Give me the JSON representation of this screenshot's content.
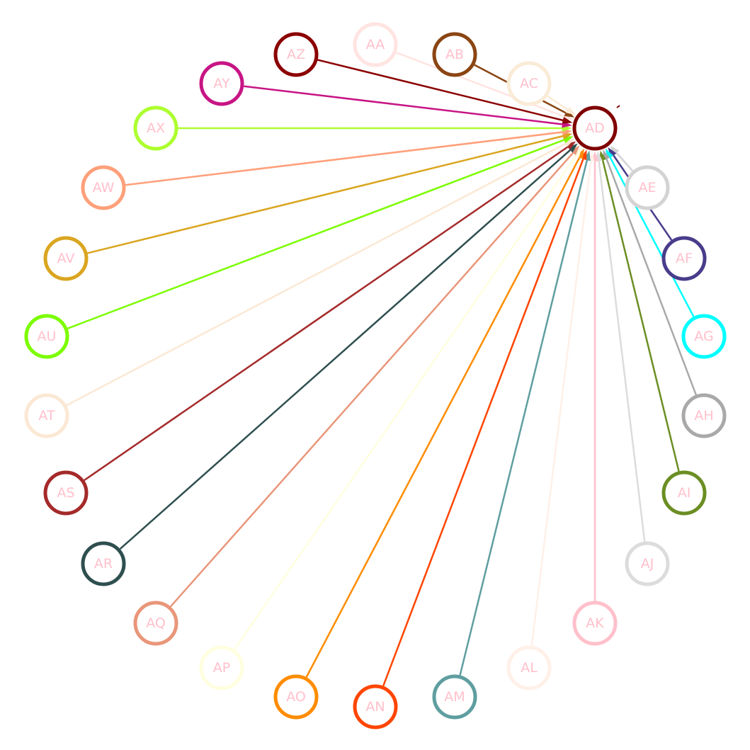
{
  "diagram": {
    "type": "directed-star-graph",
    "hub": "AD",
    "hub_color": "#800000",
    "label_color": "#ffc0cb",
    "nodes": [
      {
        "id": "AA",
        "color": "#ffe4e1"
      },
      {
        "id": "AB",
        "color": "#8b4513"
      },
      {
        "id": "AC",
        "color": "#faebd7"
      },
      {
        "id": "AD",
        "color": "#800000"
      },
      {
        "id": "AE",
        "color": "#d3d3d3"
      },
      {
        "id": "AF",
        "color": "#483d8b"
      },
      {
        "id": "AG",
        "color": "#00ffff"
      },
      {
        "id": "AH",
        "color": "#a9a9a9"
      },
      {
        "id": "AI",
        "color": "#6b8e23"
      },
      {
        "id": "AJ",
        "color": "#dcdcdc"
      },
      {
        "id": "AK",
        "color": "#ffc0cb"
      },
      {
        "id": "AL",
        "color": "#fff0e8"
      },
      {
        "id": "AM",
        "color": "#5f9ea0"
      },
      {
        "id": "AN",
        "color": "#ff4500"
      },
      {
        "id": "AO",
        "color": "#ff8c00"
      },
      {
        "id": "AP",
        "color": "#ffffe0"
      },
      {
        "id": "AQ",
        "color": "#e9967a"
      },
      {
        "id": "AR",
        "color": "#2f4f4f"
      },
      {
        "id": "AS",
        "color": "#a52a2a"
      },
      {
        "id": "AT",
        "color": "#fbe8d4"
      },
      {
        "id": "AU",
        "color": "#7cfc00"
      },
      {
        "id": "AV",
        "color": "#daa520"
      },
      {
        "id": "AW",
        "color": "#ffa07a"
      },
      {
        "id": "AX",
        "color": "#adff2f"
      },
      {
        "id": "AY",
        "color": "#c71585"
      },
      {
        "id": "AZ",
        "color": "#8b0000"
      }
    ],
    "edges": [
      {
        "from": "AA",
        "to": "AD"
      },
      {
        "from": "AB",
        "to": "AD"
      },
      {
        "from": "AC",
        "to": "AD"
      },
      {
        "from": "AD",
        "to": "AD"
      },
      {
        "from": "AE",
        "to": "AD"
      },
      {
        "from": "AF",
        "to": "AD"
      },
      {
        "from": "AG",
        "to": "AD"
      },
      {
        "from": "AH",
        "to": "AD"
      },
      {
        "from": "AI",
        "to": "AD"
      },
      {
        "from": "AJ",
        "to": "AD"
      },
      {
        "from": "AK",
        "to": "AD"
      },
      {
        "from": "AL",
        "to": "AD"
      },
      {
        "from": "AM",
        "to": "AD"
      },
      {
        "from": "AN",
        "to": "AD"
      },
      {
        "from": "AO",
        "to": "AD"
      },
      {
        "from": "AP",
        "to": "AD"
      },
      {
        "from": "AQ",
        "to": "AD"
      },
      {
        "from": "AR",
        "to": "AD"
      },
      {
        "from": "AS",
        "to": "AD"
      },
      {
        "from": "AT",
        "to": "AD"
      },
      {
        "from": "AU",
        "to": "AD"
      },
      {
        "from": "AV",
        "to": "AD"
      },
      {
        "from": "AW",
        "to": "AD"
      },
      {
        "from": "AX",
        "to": "AD"
      },
      {
        "from": "AY",
        "to": "AD"
      },
      {
        "from": "AZ",
        "to": "AD"
      }
    ]
  }
}
